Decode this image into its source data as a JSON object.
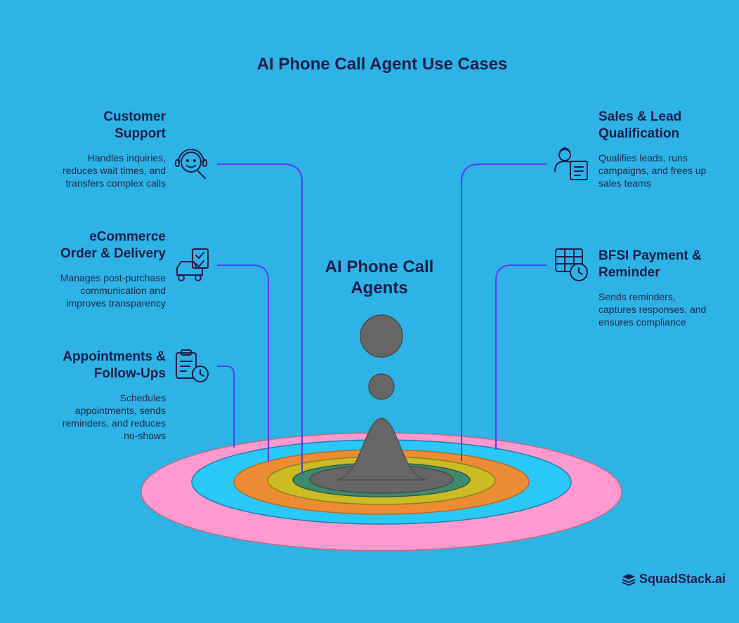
{
  "title": "AI Phone Call Agent Use Cases",
  "center": {
    "line1": "AI Phone Call",
    "line2": "Agents"
  },
  "cases": {
    "customer_support": {
      "title": [
        "Customer",
        "Support"
      ],
      "desc": [
        "Handles inquiries,",
        "reduces wait times, and",
        "transfers complex calls"
      ],
      "icon": "headset-support-icon"
    },
    "ecommerce": {
      "title": [
        "eCommerce",
        "Order & Delivery"
      ],
      "desc": [
        "Manages post-purchase",
        "communication and",
        "improves transparency"
      ],
      "icon": "delivery-checklist-icon"
    },
    "appointments": {
      "title": [
        "Appointments &",
        "Follow-Ups"
      ],
      "desc": [
        "Schedules",
        "appointments, sends",
        "reminders, and reduces",
        "no-shows"
      ],
      "icon": "clipboard-clock-icon"
    },
    "sales": {
      "title": [
        "Sales & Lead",
        "Qualification"
      ],
      "desc": [
        "Qualifies leads, runs",
        "campaigns, and frees up",
        "sales teams"
      ],
      "icon": "person-document-icon"
    },
    "bfsi": {
      "title": [
        "BFSI Payment &",
        "Reminder"
      ],
      "desc": [
        "Sends reminders,",
        "captures responses, and",
        "ensures compliance"
      ],
      "icon": "table-clock-icon"
    }
  },
  "brand": "SquadStack.ai",
  "colors": {
    "background": "#2db3e6",
    "ring_outer": "#ff99d0",
    "ring_2": "#29c8f7",
    "ring_3": "#ee8c35",
    "ring_4": "#cbbb24",
    "ring_5": "#3f8a6c",
    "ring_center": "#666666",
    "connector": "#5a3bf5",
    "text": "#1b1f4b"
  }
}
